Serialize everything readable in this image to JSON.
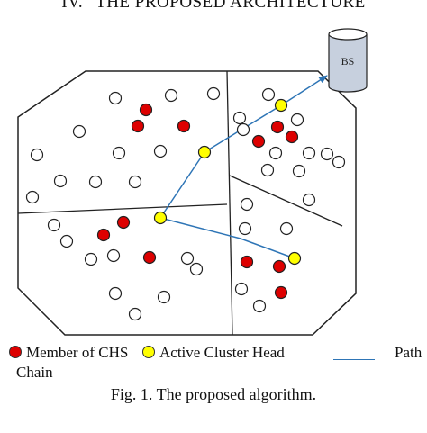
{
  "heading": {
    "number": "IV.",
    "title": "THE PROPOSED ARCHITECTURE"
  },
  "base_station": {
    "label": "BS"
  },
  "legend": {
    "member": "Member of CHS",
    "cluster_head": "Active Cluster Head",
    "path": "Path",
    "chain": "Chain"
  },
  "caption": "Fig. 1. The proposed algorithm.",
  "colors": {
    "member_node": "#dd0000",
    "cluster_head_node": "#ffff00",
    "path_line": "#2e75b6",
    "base_station_fill": "#c7d0de"
  }
}
